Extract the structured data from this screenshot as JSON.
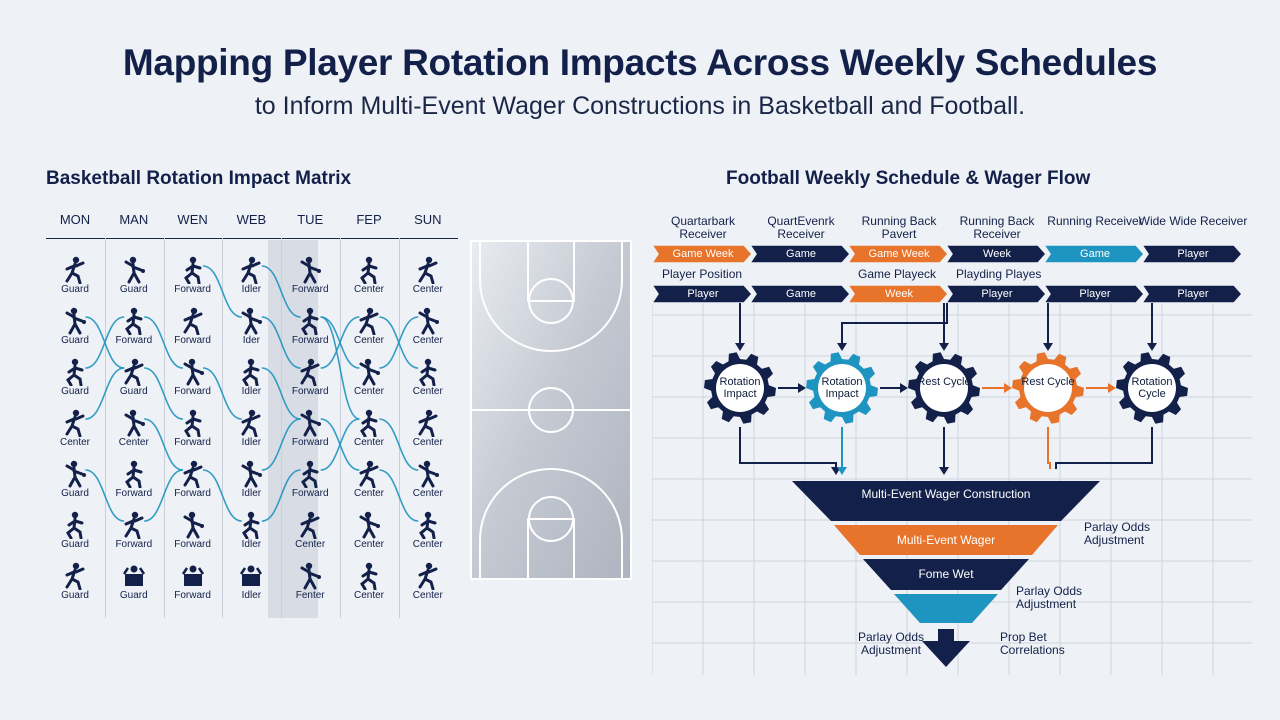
{
  "title": "Mapping Player Rotation Impacts Across Weekly Schedules",
  "subtitle": "to Inform Multi-Event Wager Constructions in Basketball and Football.",
  "basketball": {
    "section_title": "Basketball Rotation Impact Matrix",
    "days": [
      "MON",
      "MAN",
      "WEN",
      "WEB",
      "TUE",
      "FEP",
      "SUN"
    ],
    "rows": [
      [
        "Guard",
        "Guard",
        "Forward",
        "Idler",
        "Forward",
        "Center",
        "Center"
      ],
      [
        "Guard",
        "Forward",
        "Forward",
        "Ider",
        "Forward",
        "Center",
        "Center"
      ],
      [
        "Guard",
        "Guard",
        "Forward",
        "Idler",
        "Forward",
        "Center",
        "Center"
      ],
      [
        "Center",
        "Center",
        "Forward",
        "Idler",
        "Forward",
        "Center",
        "Center"
      ],
      [
        "Guard",
        "Forward",
        "Forward",
        "Idler",
        "Forward",
        "Center",
        "Center"
      ],
      [
        "Guard",
        "Forward",
        "Forward",
        "Idler",
        "Center",
        "Center",
        "Center"
      ],
      [
        "Guard",
        "Guard",
        "Forward",
        "Idler",
        "Fenter",
        "Center",
        "Center"
      ]
    ],
    "link_color": "#1e94c0"
  },
  "football": {
    "section_title": "Football Weekly Schedule & Wager Flow",
    "top_tags": [
      "Quartarbark Receiver",
      "QuartEvenrk Receiver",
      "Running Back Pavert",
      "Running Back Receiver",
      "Running Receiver",
      "Wide Wide Receiver"
    ],
    "row1": [
      {
        "label": "Game Week",
        "color": "#e8732a"
      },
      {
        "label": "Game",
        "color": "#13214a"
      },
      {
        "label": "Game Week",
        "color": "#e8732a"
      },
      {
        "label": "Week",
        "color": "#13214a"
      },
      {
        "label": "Game",
        "color": "#1e94c0"
      },
      {
        "label": "Player",
        "color": "#13214a"
      }
    ],
    "mid_tags": [
      "Player Position",
      "Game Playeck",
      "Playding Playes"
    ],
    "row2": [
      {
        "label": "Player",
        "color": "#13214a"
      },
      {
        "label": "Game",
        "color": "#13214a"
      },
      {
        "label": "Week",
        "color": "#e8732a"
      },
      {
        "label": "Player",
        "color": "#13214a"
      },
      {
        "label": "Player",
        "color": "#13214a"
      },
      {
        "label": "Player",
        "color": "#13214a"
      }
    ],
    "gears": [
      {
        "label": "Rotation Impact",
        "color": "#13214a"
      },
      {
        "label": "Rotation Impact",
        "color": "#1e94c0"
      },
      {
        "label": "Rest Cycle",
        "color": "#13214a"
      },
      {
        "label": "Rest Cycle",
        "color": "#e8732a"
      },
      {
        "label": "Rotation Cycle",
        "color": "#13214a"
      }
    ],
    "funnel": [
      {
        "label": "Multi-Event Wager Construction",
        "color": "#13214a"
      },
      {
        "label": "Multi-Event Wager",
        "color": "#e8732a"
      },
      {
        "label": "Fome Wet",
        "color": "#13214a"
      },
      {
        "label": "",
        "color": "#1e94c0"
      }
    ],
    "side_labels": [
      "Parlay Odds Adjustment",
      "Parlay Odds Adjustment",
      "Parlay Odds Adjustment",
      "Prop Bet Correlations"
    ]
  }
}
